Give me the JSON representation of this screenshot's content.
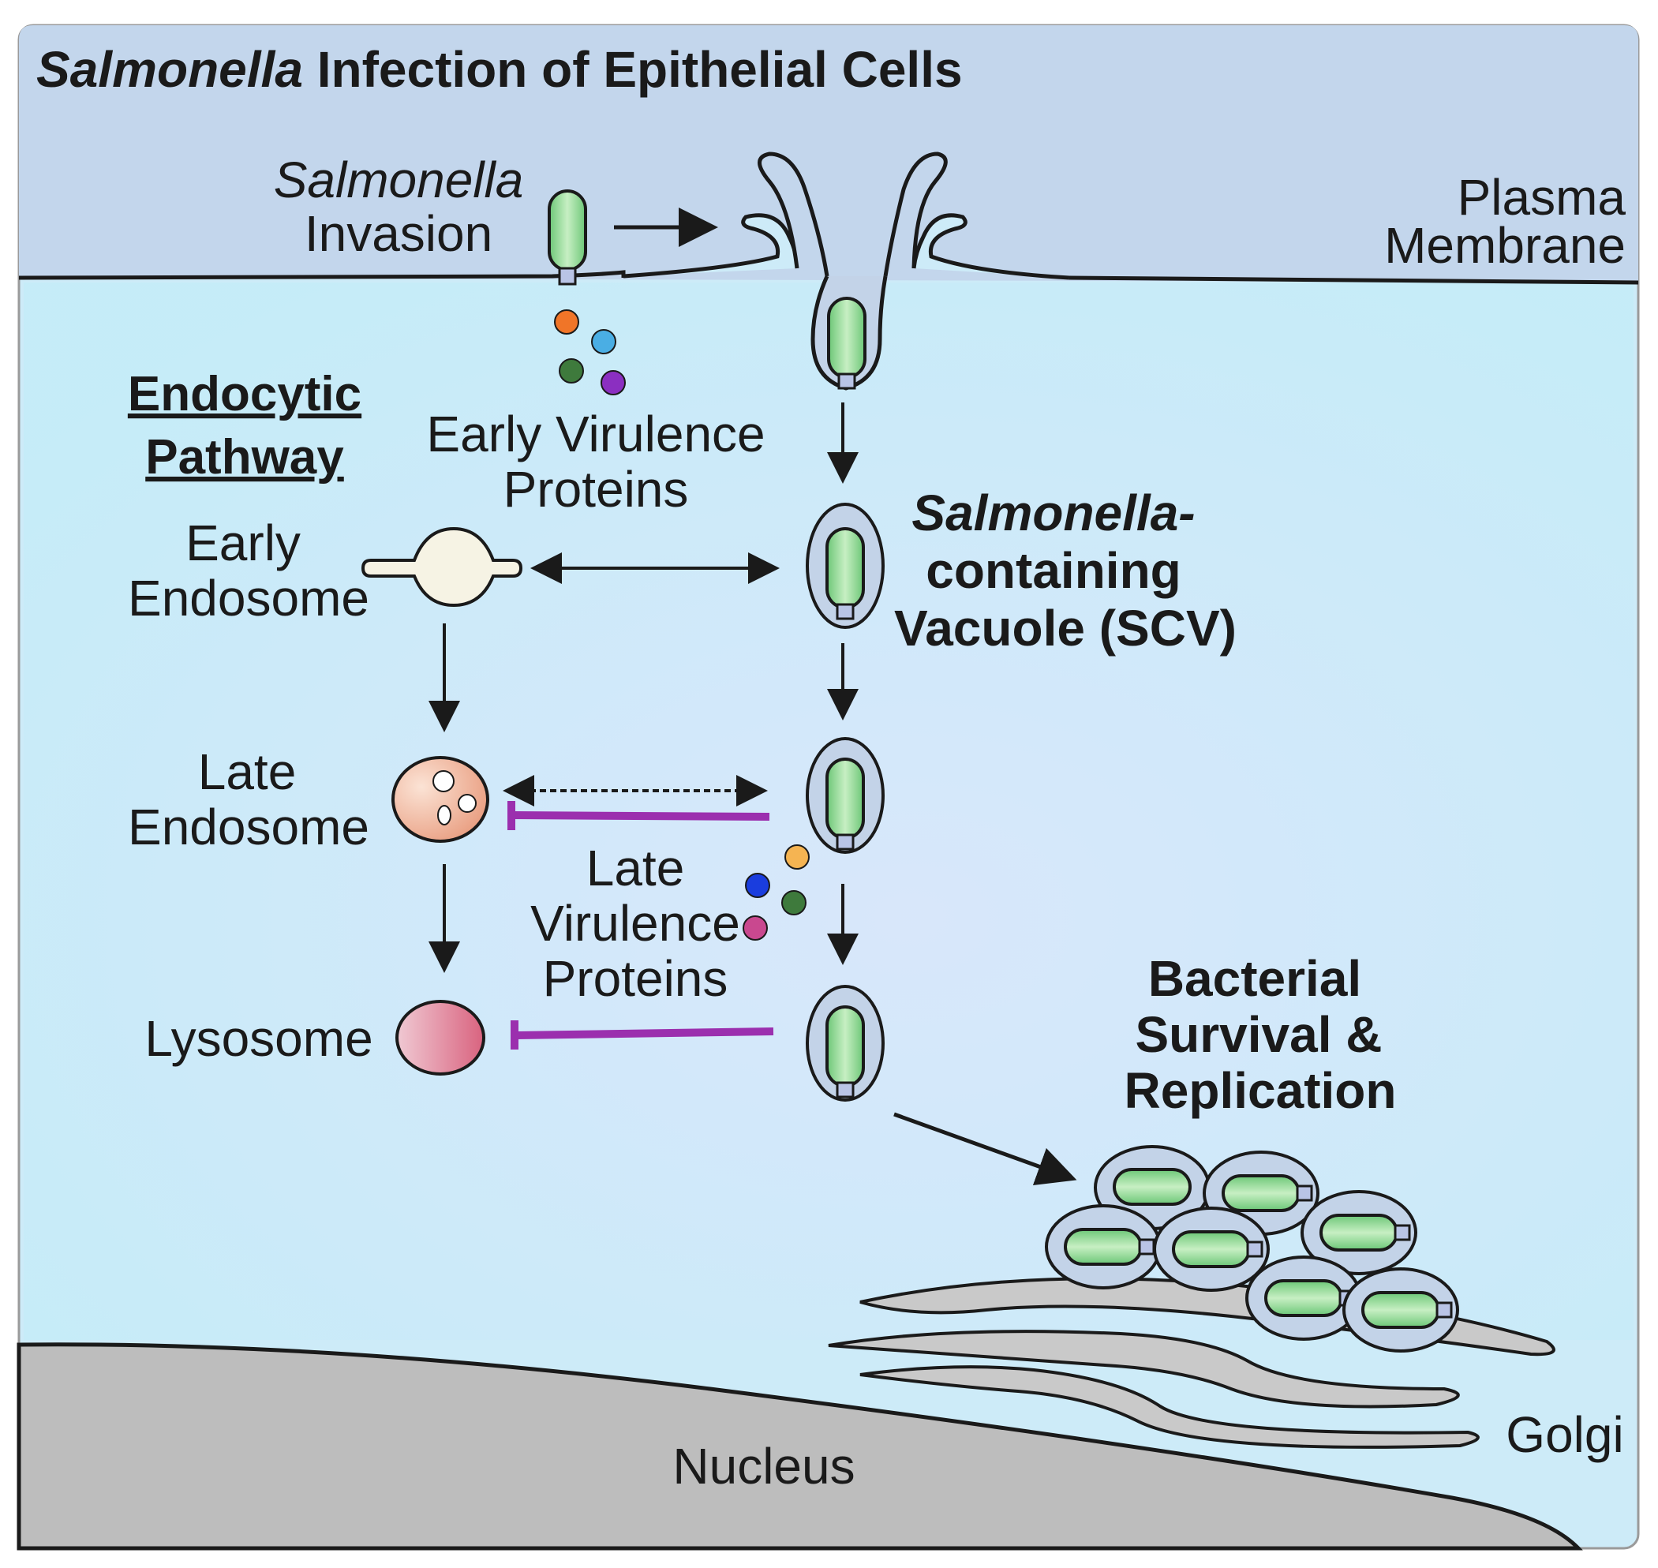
{
  "title": {
    "italic_part": "Salmonella",
    "rest": " Infection of Epithelial Cells"
  },
  "labels": {
    "salmonella_invasion_line1": "Salmonella",
    "salmonella_invasion_line2": "Invasion",
    "plasma_membrane_line1": "Plasma",
    "plasma_membrane_line2": "Membrane",
    "endocytic_pathway_line1": "Endocytic",
    "endocytic_pathway_line2": "Pathway",
    "early_virulence_line1": "Early Virulence",
    "early_virulence_line2": "Proteins",
    "early_endosome_line1": "Early",
    "early_endosome_line2": "Endosome",
    "scv_line1": "Salmonella-",
    "scv_line2": "containing",
    "scv_line3": "Vacuole (SCV)",
    "late_endosome_line1": "Late",
    "late_endosome_line2": "Endosome",
    "late_virulence_line1": "Late",
    "late_virulence_line2": "Virulence",
    "late_virulence_line3": "Proteins",
    "lysosome": "Lysosome",
    "bacterial_survival_line1": "Bacterial",
    "bacterial_survival_line2": "Survival &",
    "bacterial_survival_line3": "Replication",
    "golgi": "Golgi",
    "nucleus": "Nucleus"
  },
  "colors": {
    "extracellular": "#c3d6ec",
    "cytoplasm": "#cdebf8",
    "nucleus": "#bdbdbd",
    "bacterium": "#8fd694",
    "vacuole": "#c3d3e8",
    "inhibition": "#9b2fae",
    "early_endosome": "#f6f3e4",
    "late_endosome": "#efb8a0",
    "lysosome": "#de8fa5",
    "golgi": "#c9c9c9"
  }
}
